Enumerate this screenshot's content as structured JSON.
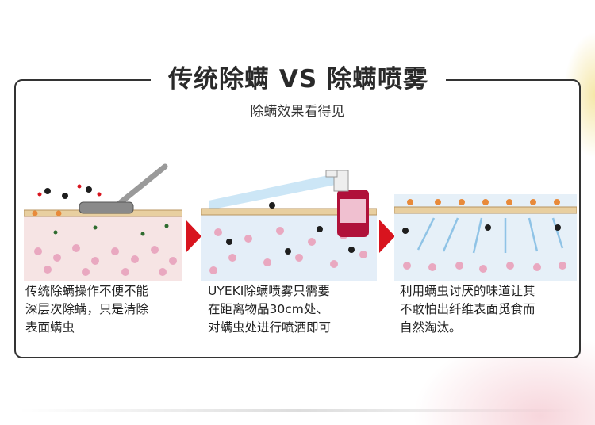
{
  "header": {
    "title": "传统除螨 VS 除螨喷雾",
    "subtitle": "除螨效果看得见"
  },
  "panels": [
    {
      "caption_lines": [
        "传统除螨操作不便不能",
        "深层次除螨，只是清除",
        "表面螨虫"
      ]
    },
    {
      "caption_lines": [
        "UYEKI除螨喷雾只需要",
        "在距离物品30cm处、",
        "对螨虫处进行喷洒即可"
      ]
    },
    {
      "caption_lines": [
        "利用螨虫讨厌的味道让其",
        "不敢怕出纤维表面觅食而",
        "自然淘汰。"
      ]
    }
  ],
  "colors": {
    "accent_red": "#d8141e",
    "fabric_pink": "#f6e4e4",
    "fabric_blue": "#dbeaf6",
    "mite_pink": "#e9a8c0",
    "mite_dark": "#1e1e1e",
    "spray_blue": "#8fc3e6",
    "border": "#333333"
  },
  "icons": [
    "vacuum-cleaner-icon",
    "spray-bottle-icon",
    "mite-icon",
    "right-arrow-icon"
  ]
}
